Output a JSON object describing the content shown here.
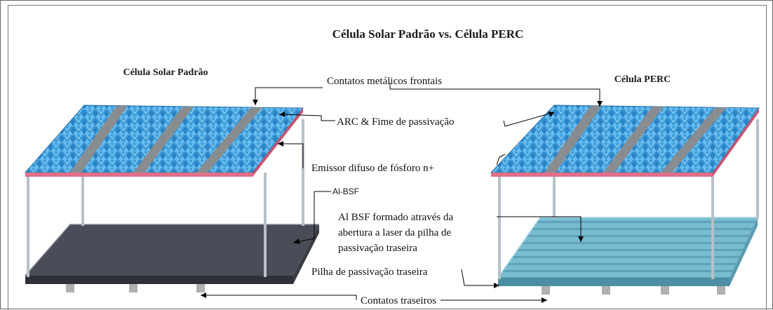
{
  "title": "Célula Solar Padrão vs. Célula PERC",
  "left_cell": {
    "heading": "Célula Solar Padrão"
  },
  "right_cell": {
    "heading": "Célula PERC"
  },
  "labels": {
    "front_contacts": "Contatos metálicos frontais",
    "arc": "ARC & Fime de passivação",
    "emitter": "Emissor difuso de fósforo n+",
    "al_bsf_std": "Al-BSF",
    "al_bsf_perc_1": "Al BSF formado através da",
    "al_bsf_perc_2": "abertura a laser da pilha de",
    "al_bsf_perc_3": "passivação traseira",
    "rear_passivation": "Pilha de passivação traseira",
    "rear_contacts": "Contatos traseiros"
  },
  "colors": {
    "texture_blue": "#3a9ad8",
    "texture_light": "#8fd0f5",
    "busbar": "#8a8a8a",
    "emitter_pink": "#e0607a",
    "std_rear": "#4a4d58",
    "perc_rear": "#6fb3c8"
  }
}
